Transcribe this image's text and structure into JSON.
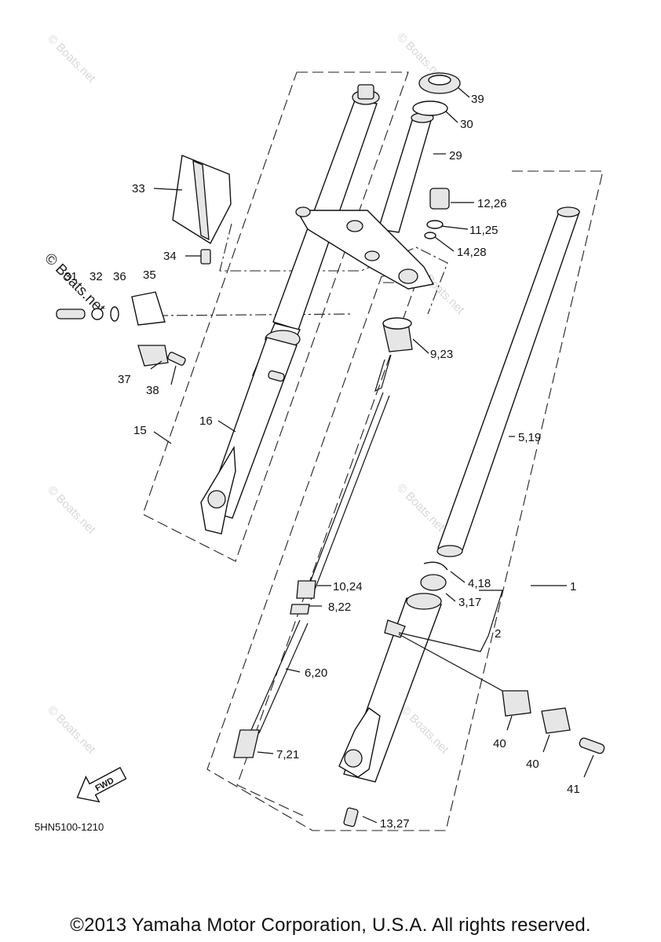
{
  "diagram": {
    "part_labels": {
      "l39": "39",
      "l30": "30",
      "l29": "29",
      "l33": "33",
      "l1226": "12,26",
      "l1125": "11,25",
      "l1428": "14,28",
      "l34": "34",
      "l31": "31",
      "l32": "32",
      "l36": "36",
      "l35": "35",
      "l923": "9,23",
      "l37": "37",
      "l38": "38",
      "l15": "15",
      "l16": "16",
      "l519": "5,19",
      "l418": "4,18",
      "l1024": "10,24",
      "l1": "1",
      "l317": "3,17",
      "l822": "8,22",
      "l2": "2",
      "l620": "6,20",
      "l721": "7,21",
      "l40a": "40",
      "l40b": "40",
      "l41": "41",
      "l1327": "13,27"
    },
    "fwd_label": "FWD",
    "diagram_code": "5HN5100-1210",
    "watermark": "© Boats.net"
  },
  "footer": {
    "copyright": "©2013 Yamaha Motor Corporation, U.S.A. All rights reserved."
  }
}
